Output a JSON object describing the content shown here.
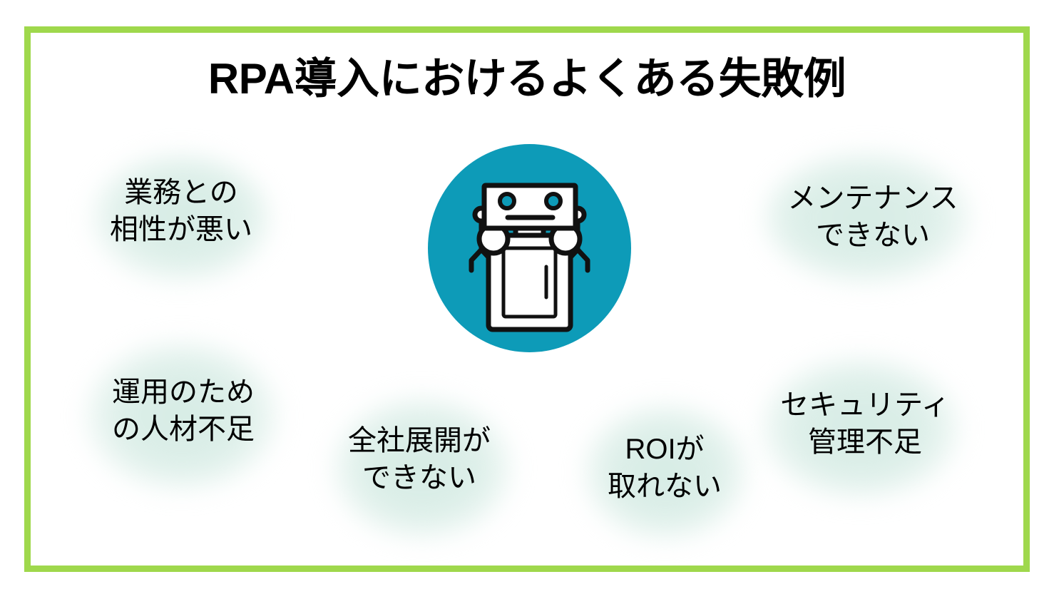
{
  "slide": {
    "title": "RPA導入におけるよくある失敗例",
    "border_color": "#9fd84c",
    "background_color": "#ffffff",
    "blob_color": "#ddefe9",
    "text_color": "#000000"
  },
  "emblem": {
    "icon_name": "robot-icon",
    "circle_color": "#0d9bb8",
    "robot_body_color": "#ffffff",
    "robot_outline_color": "#111111"
  },
  "failures": [
    {
      "id": "business-fit",
      "line1": "業務との",
      "line2": "相性が悪い",
      "text": "業務との\n相性が悪い"
    },
    {
      "id": "maintenance",
      "line1": "メンテナンス",
      "line2": "できない",
      "text": "メンテナンス\nできない"
    },
    {
      "id": "staff-shortage",
      "line1": "運用のため",
      "line2": "の人材不足",
      "text": "運用のため\nの人材不足"
    },
    {
      "id": "company-wide-rollout",
      "line1": "全社展開が",
      "line2": "できない",
      "text": "全社展開が\nできない"
    },
    {
      "id": "roi",
      "line1": "ROIが",
      "line2": "取れない",
      "text": "ROIが\n取れない"
    },
    {
      "id": "security",
      "line1": "セキュリティ",
      "line2": "管理不足",
      "text": "セキュリティ\n管理不足"
    }
  ]
}
